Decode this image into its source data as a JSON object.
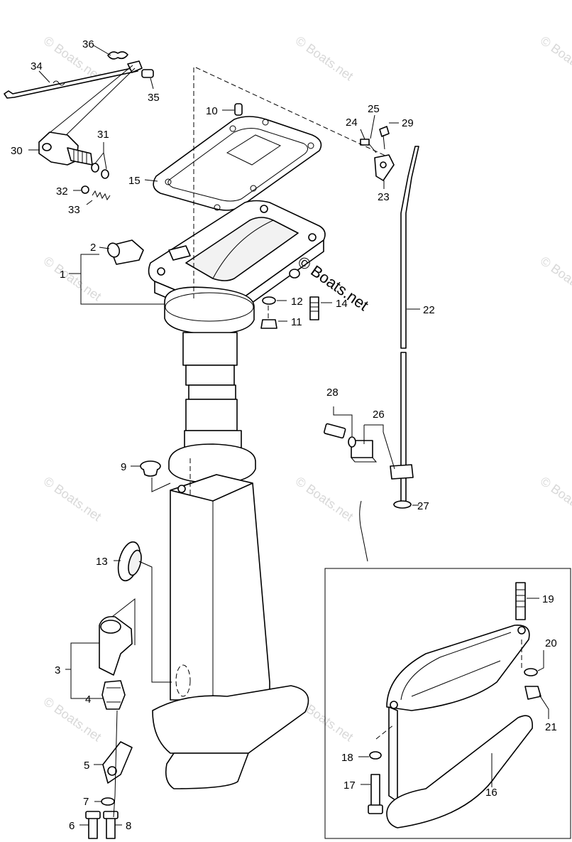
{
  "watermark": {
    "text": "© Boats.net",
    "center_text": "© Boats.net"
  },
  "callouts": [
    {
      "id": "1",
      "label": "1"
    },
    {
      "id": "2",
      "label": "2"
    },
    {
      "id": "3",
      "label": "3"
    },
    {
      "id": "4",
      "label": "4"
    },
    {
      "id": "5",
      "label": "5"
    },
    {
      "id": "6",
      "label": "6"
    },
    {
      "id": "7",
      "label": "7"
    },
    {
      "id": "8",
      "label": "8"
    },
    {
      "id": "9",
      "label": "9"
    },
    {
      "id": "10",
      "label": "10"
    },
    {
      "id": "11",
      "label": "11"
    },
    {
      "id": "12",
      "label": "12"
    },
    {
      "id": "13",
      "label": "13"
    },
    {
      "id": "14",
      "label": "14"
    },
    {
      "id": "15",
      "label": "15"
    },
    {
      "id": "16",
      "label": "16"
    },
    {
      "id": "17",
      "label": "17"
    },
    {
      "id": "18",
      "label": "18"
    },
    {
      "id": "19",
      "label": "19"
    },
    {
      "id": "20",
      "label": "20"
    },
    {
      "id": "21",
      "label": "21"
    },
    {
      "id": "22",
      "label": "22"
    },
    {
      "id": "23",
      "label": "23"
    },
    {
      "id": "24",
      "label": "24"
    },
    {
      "id": "25",
      "label": "25"
    },
    {
      "id": "26",
      "label": "26"
    },
    {
      "id": "27",
      "label": "27"
    },
    {
      "id": "28",
      "label": "28"
    },
    {
      "id": "29",
      "label": "29"
    },
    {
      "id": "30",
      "label": "30"
    },
    {
      "id": "31",
      "label": "31"
    },
    {
      "id": "32",
      "label": "32"
    },
    {
      "id": "33",
      "label": "33"
    },
    {
      "id": "34",
      "label": "34"
    },
    {
      "id": "35",
      "label": "35"
    },
    {
      "id": "36",
      "label": "36"
    }
  ]
}
